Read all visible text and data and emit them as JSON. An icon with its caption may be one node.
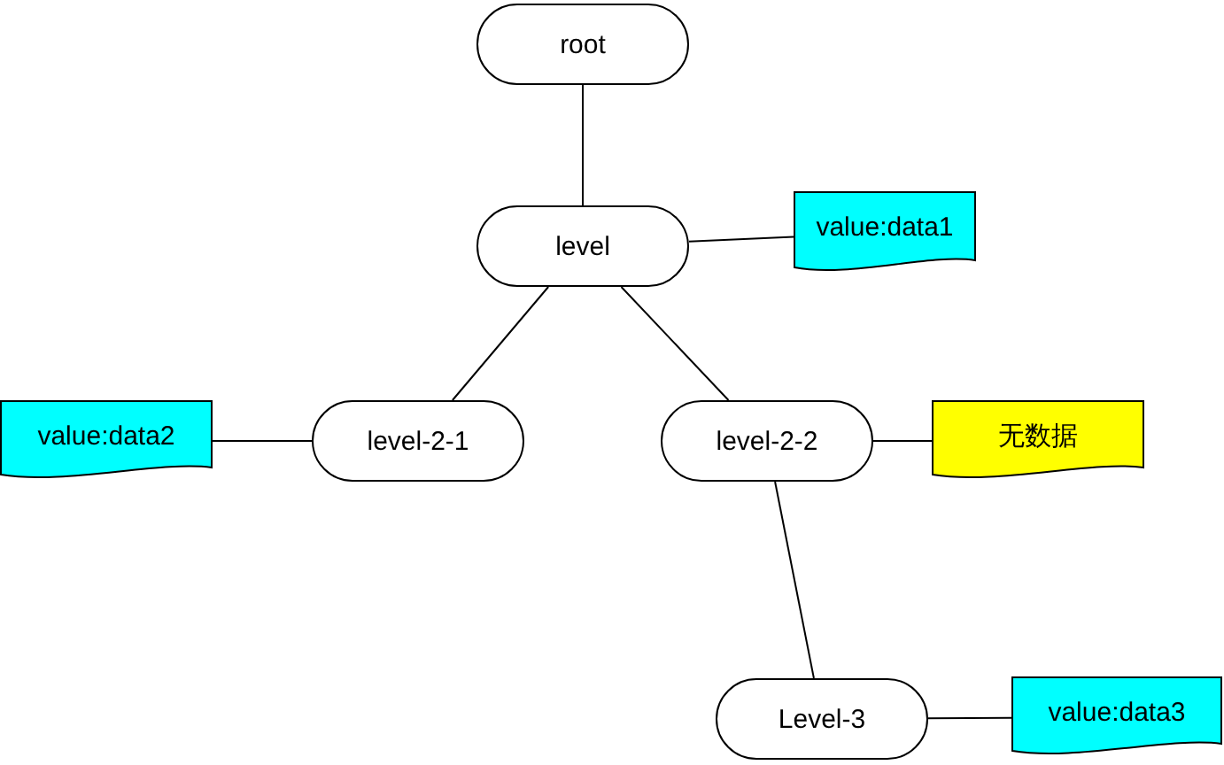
{
  "diagram": {
    "nodes": [
      {
        "text": [
          "root"
        ]
      },
      {
        "text": [
          "level"
        ]
      },
      {
        "text": [
          "value:data1"
        ]
      },
      {
        "text": [
          "value:data2"
        ]
      },
      {
        "text": [
          "level-2-1"
        ]
      },
      {
        "text": [
          "level-2-2"
        ]
      },
      {
        "text": [
          "无数据"
        ]
      },
      {
        "text": [
          "Level-3"
        ]
      },
      {
        "text": [
          "value:data3"
        ]
      }
    ],
    "edges": [
      {
        "from": 0,
        "to": 1,
        "arrow": "none"
      },
      {
        "from": 1,
        "to": 2,
        "arrow": "none"
      },
      {
        "from": 1,
        "to": 4,
        "arrow": "none"
      },
      {
        "from": 1,
        "to": 5,
        "arrow": "none"
      },
      {
        "from": 3,
        "to": 4,
        "arrow": "none"
      },
      {
        "from": 5,
        "to": 6,
        "arrow": "none"
      },
      {
        "from": 5,
        "to": 7,
        "arrow": "none"
      },
      {
        "from": 7,
        "to": 8,
        "arrow": "none"
      }
    ]
  }
}
